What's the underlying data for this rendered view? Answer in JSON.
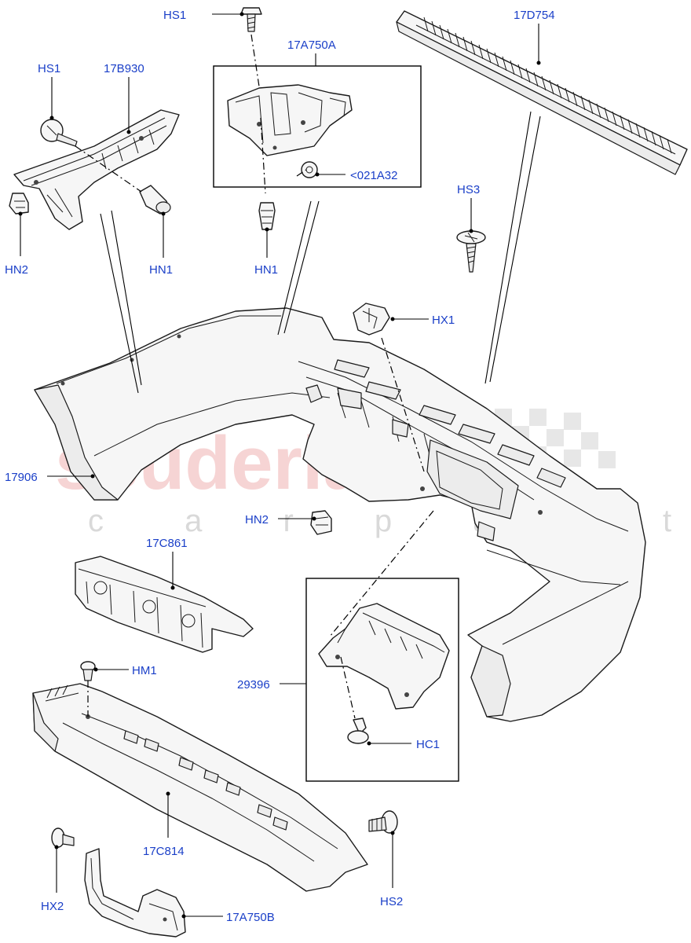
{
  "watermark": {
    "brand": "scuderia",
    "tagline": "c a r p a r t s"
  },
  "labels": {
    "hs1_top": "HS1",
    "a17A750A": "17A750A",
    "a17D754": "17D754",
    "hs1_left": "HS1",
    "a17B930": "17B930",
    "a021A32": "<021A32",
    "hs3": "HS3",
    "hn2_left": "HN2",
    "hn1_left": "HN1",
    "hn1_mid": "HN1",
    "hx1": "HX1",
    "a17906": "17906",
    "hn2_mid": "HN2",
    "a17C861": "17C861",
    "hm1": "HM1",
    "a29396": "29396",
    "hc1": "HC1",
    "a17C814": "17C814",
    "hx2": "HX2",
    "hs2": "HS2",
    "a17A750B": "17A750B"
  }
}
